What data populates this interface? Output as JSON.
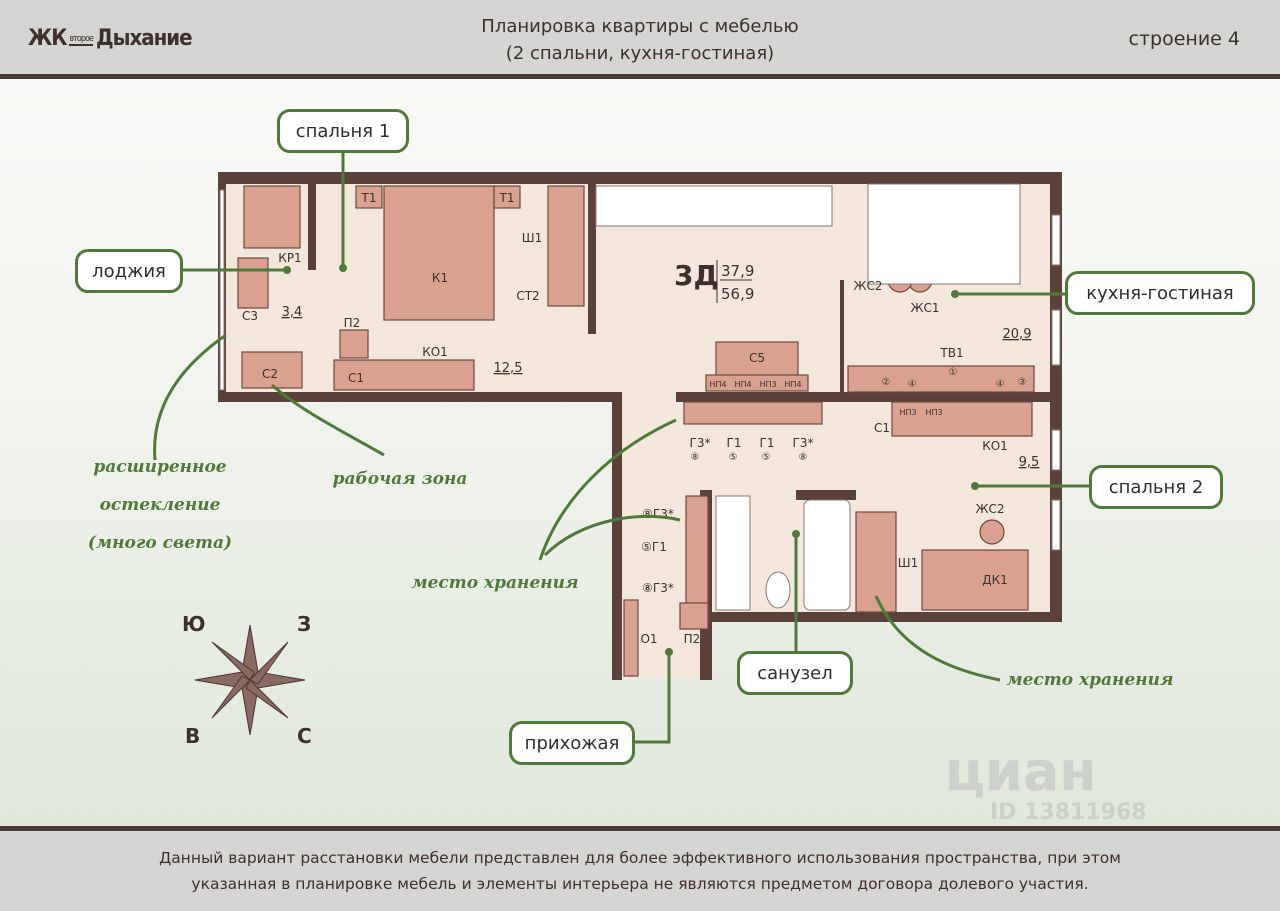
{
  "header": {
    "logo": {
      "prefix": "ЖК",
      "small": "второе",
      "main": "Дыхание"
    },
    "title_line1": "Планировка квартиры с мебелью",
    "title_line2": "(2 спальни, кухня-гостиная)",
    "building": "строение 4"
  },
  "apartment": {
    "type": "3Д",
    "living_area": "37,9",
    "total_area": "56,9"
  },
  "rooms": {
    "loggia_area": "3,4",
    "bedroom1_area": "12,5",
    "kitchen_area": "20,9",
    "bedroom2_area": "9,5"
  },
  "callouts": {
    "bedroom1": "спальня 1",
    "loggia": "лоджия",
    "kitchen": "кухня-гостиная",
    "bedroom2": "спальня 2",
    "bathroom": "санузел",
    "hallway": "прихожая"
  },
  "notes": {
    "glazing": [
      "расширенное",
      "остекление",
      "(много света)"
    ],
    "workzone": "рабочая зона",
    "storage1": "место хранения",
    "storage2": "место хранения"
  },
  "furniture": {
    "t1": "Т1",
    "k1": "К1",
    "kr1": "КР1",
    "c3": "С3",
    "c2": "С2",
    "p2": "П2",
    "c1": "С1",
    "ko1": "КО1",
    "sh1": "Ш1",
    "st2": "СТ2",
    "c5": "С5",
    "np4": "НП4",
    "np3": "НП3",
    "zhs2": "ЖС2",
    "zhs1": "ЖС1",
    "tv1": "ТВ1",
    "n1": "①",
    "n2": "②",
    "n3": "③",
    "n4": "④",
    "n5": "⑤",
    "n8": "⑧",
    "g3": "Г3*",
    "g1": "Г1",
    "g3c": "⑧Г3*",
    "g1c": "⑤Г1",
    "dk1": "ДК1",
    "o1": "О1"
  },
  "compass": {
    "s_": "Ю",
    "w": "З",
    "e": "В",
    "n": "С"
  },
  "watermark": {
    "brand": "циан",
    "id": "ID 13811968"
  },
  "footer": {
    "line1": "Данный вариант расстановки мебели представлен для более эффективного использования пространства, при этом",
    "line2": "указанная в планировке мебель и элементы интерьера не являются предметом договора долевого участия."
  },
  "colors": {
    "wall": "#5a423a",
    "floor": "#f4e7dc",
    "furniture": "#dba190",
    "accent": "#4f7a3a"
  }
}
